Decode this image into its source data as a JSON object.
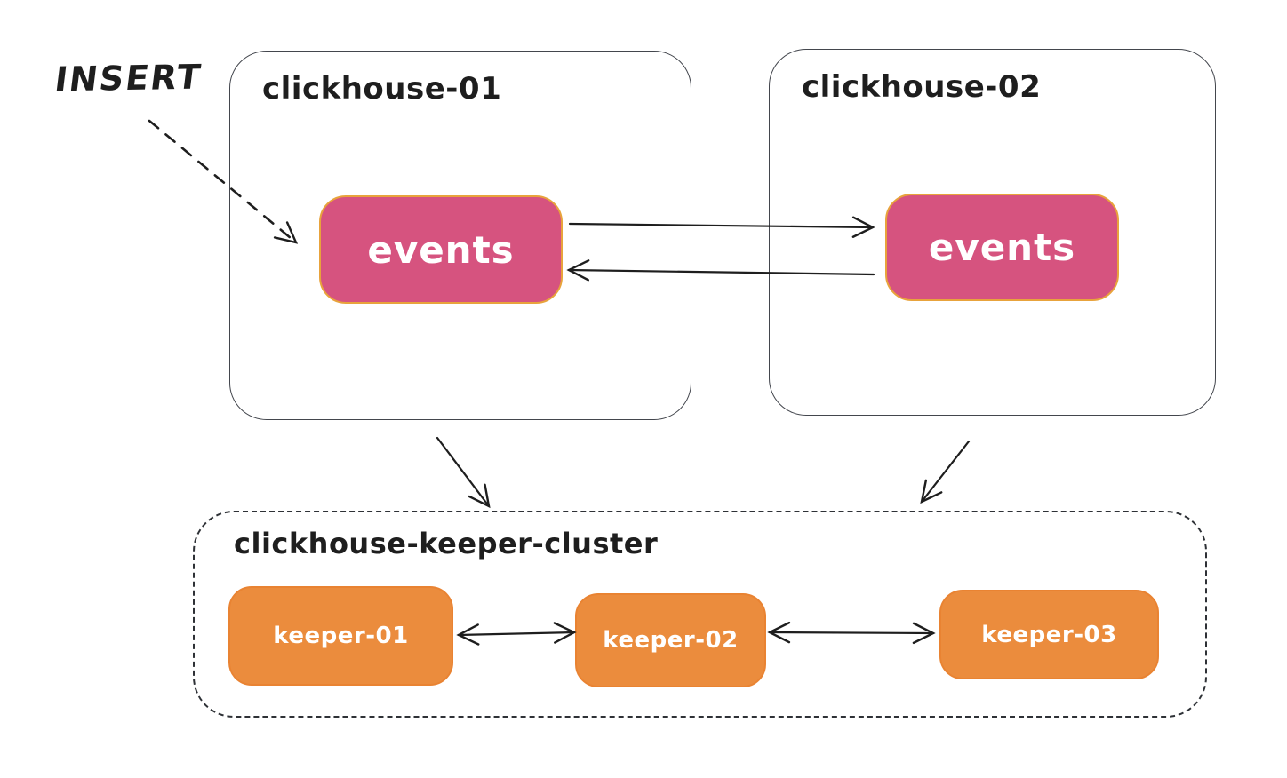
{
  "colors": {
    "canvas_bg": "#ffffff",
    "ink": "#1e1e1e",
    "container_stroke": "#43464d",
    "events_fill": "#d6537f",
    "events_stroke": "#e8a33c",
    "keeper_fill": "#eb8c3d",
    "keeper_stroke": "#e98332",
    "box_text": "#ffffff"
  },
  "diagram": {
    "insert_label": "INSERT",
    "shards": [
      {
        "name": "clickhouse-01",
        "label": "clickhouse-01",
        "table": {
          "label": "events"
        }
      },
      {
        "name": "clickhouse-02",
        "label": "clickhouse-02",
        "table": {
          "label": "events"
        }
      }
    ],
    "keeper_cluster": {
      "label": "clickhouse-keeper-cluster",
      "keepers": [
        {
          "label": "keeper-01"
        },
        {
          "label": "keeper-02"
        },
        {
          "label": "keeper-03"
        }
      ]
    },
    "edges": [
      {
        "name": "insert-arrow",
        "from": "INSERT",
        "to": "events (clickhouse-01)",
        "style": "dashed",
        "arrows": "end"
      },
      {
        "name": "replication-arrow-right",
        "from": "events (clickhouse-01)",
        "to": "events (clickhouse-02)",
        "style": "solid",
        "arrows": "end"
      },
      {
        "name": "replication-arrow-left",
        "from": "events (clickhouse-02)",
        "to": "events (clickhouse-01)",
        "style": "solid",
        "arrows": "end"
      },
      {
        "name": "clickhouse-01-to-keeper-arrow",
        "from": "clickhouse-01",
        "to": "clickhouse-keeper-cluster",
        "style": "solid",
        "arrows": "end"
      },
      {
        "name": "clickhouse-02-to-keeper-arrow",
        "from": "clickhouse-02",
        "to": "clickhouse-keeper-cluster",
        "style": "solid",
        "arrows": "end"
      },
      {
        "name": "keeper-01-keeper-02-arrow",
        "from": "keeper-01",
        "to": "keeper-02",
        "style": "solid",
        "arrows": "both"
      },
      {
        "name": "keeper-02-keeper-03-arrow",
        "from": "keeper-02",
        "to": "keeper-03",
        "style": "solid",
        "arrows": "both"
      }
    ]
  }
}
